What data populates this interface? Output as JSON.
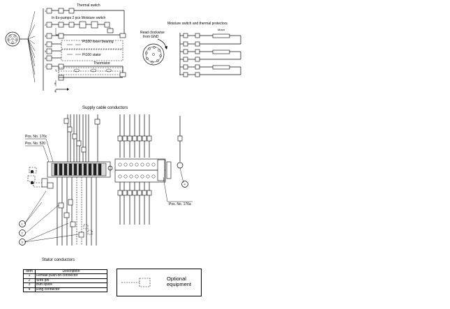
{
  "top_left_diagram": {
    "thermal_switch_label": "Thermal switch",
    "ex_pumps_label": "In Ex-pumps 2 pcs Moisture switch",
    "pt100_lower_bearing_label": "Pt100 lower bearing",
    "pt100_stator_label": "Pt100 stator",
    "thermistor_label": "Thermistor",
    "terminal_numbers": [
      "1",
      "2",
      "3",
      "4",
      "5",
      "6",
      "7",
      "8",
      "9"
    ]
  },
  "top_right_diagram": {
    "title": "Moisture switch and thermal protectors",
    "read_clockwise_label": "Read clockwise\nfrom GND",
    "motor_label": "Motor"
  },
  "middle_diagram": {
    "title": "Supply cable conductors",
    "callouts": [
      "Pos. No. 176c",
      "Pos. No. 520",
      "Pos. No. 176a"
    ],
    "item_markers": [
      "1",
      "2",
      "3",
      "4"
    ]
  },
  "stator_label": "Stator conductors",
  "table": {
    "headers": [
      "Item",
      "Description"
    ],
    "rows": [
      {
        "item": "1",
        "description": "Female push-on connector"
      },
      {
        "item": "2",
        "description": "Wire pin"
      },
      {
        "item": "3",
        "description": "Butt splice"
      },
      {
        "item": "4",
        "description": "Ring connector"
      }
    ]
  },
  "legend": {
    "text": "Optional\nequipment"
  }
}
